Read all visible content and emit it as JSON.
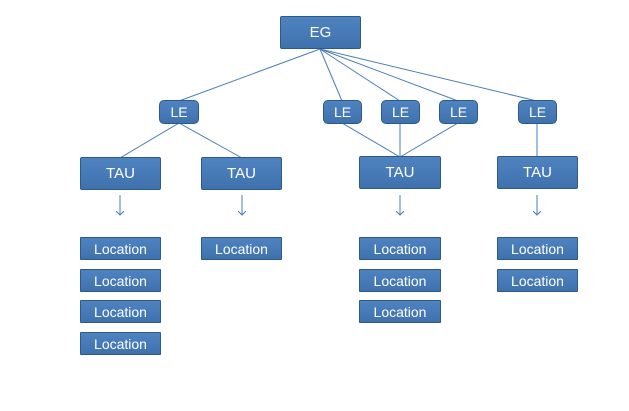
{
  "diagram": {
    "root": {
      "label": "EG"
    },
    "le_nodes": [
      {
        "label": "LE"
      },
      {
        "label": "LE"
      },
      {
        "label": "LE"
      },
      {
        "label": "LE"
      },
      {
        "label": "LE"
      }
    ],
    "tau_nodes": [
      {
        "label": "TAU",
        "locations": [
          "Location",
          "Location",
          "Location",
          "Location"
        ]
      },
      {
        "label": "TAU",
        "locations": [
          "Location"
        ]
      },
      {
        "label": "TAU",
        "locations": [
          "Location",
          "Location",
          "Location"
        ]
      },
      {
        "label": "TAU",
        "locations": [
          "Location",
          "Location"
        ]
      }
    ],
    "colors": {
      "node_fill": "#4a7ebb",
      "node_border": "#2c5a8c",
      "line": "#4a7ebb",
      "text": "#ffffff"
    }
  }
}
